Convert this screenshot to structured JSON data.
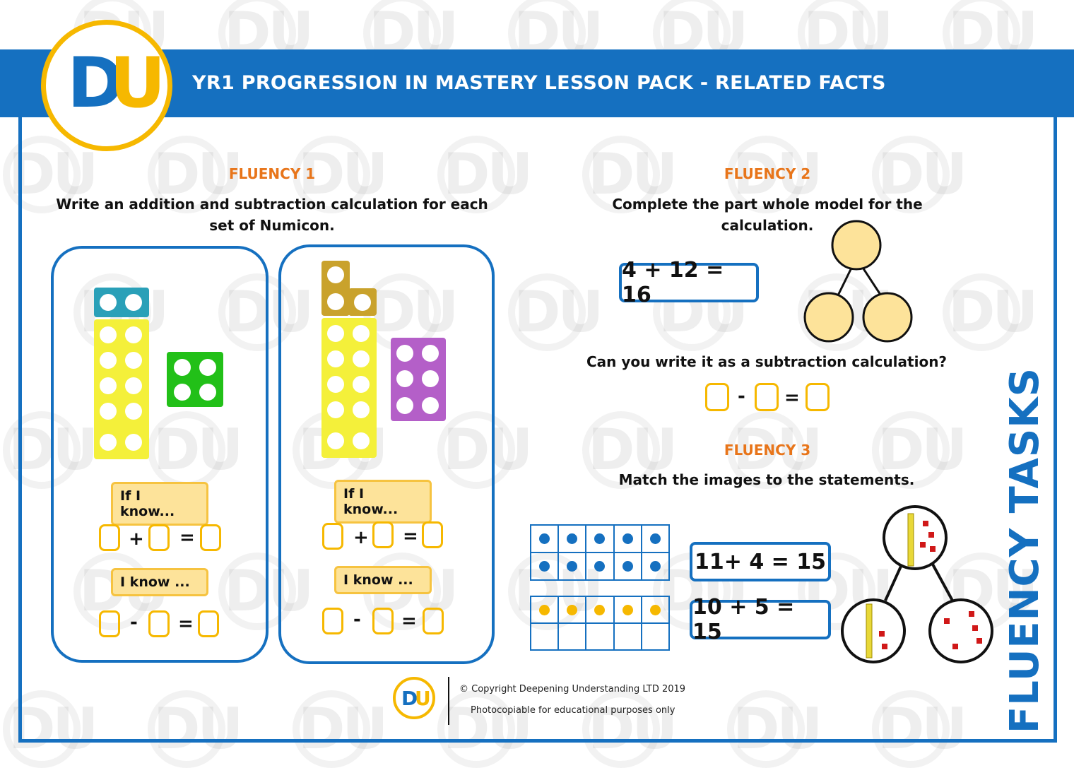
{
  "header": {
    "title": "YR1 PROGRESSION IN MASTERY LESSON PACK - RELATED FACTS"
  },
  "logo": {
    "left": "D",
    "right": "U"
  },
  "watermark": {
    "text": "DU",
    "caption": "© Deepening Understanding"
  },
  "colors": {
    "brand_blue": "#1570c0",
    "brand_yellow": "#f6b800",
    "heading_orange": "#e8751a"
  },
  "fluency1": {
    "heading": "FLUENCY 1",
    "instruction": "Write an addition and subtraction calculation for each set of Numicon.",
    "panels": [
      {
        "if_know": "If I know...",
        "know": "I know ...",
        "plus": "+",
        "minus": "-",
        "equals": "="
      },
      {
        "if_know": "If I know...",
        "know": "I know ...",
        "plus": "+",
        "minus": "-",
        "equals": "="
      }
    ]
  },
  "fluency2": {
    "heading": "FLUENCY 2",
    "instruction": "Complete the part whole model for the calculation.",
    "calculation": "4 + 12 = 16",
    "question": "Can you write it as a subtraction calculation?",
    "minus": "-",
    "equals": "="
  },
  "fluency3": {
    "heading": "FLUENCY 3",
    "instruction": "Match the images to the statements.",
    "statements": [
      "11+ 4 = 15",
      "10 + 5 = 15"
    ],
    "ten_frame_top_filled": 10,
    "ten_frame_bottom_filled": 5
  },
  "footer": {
    "copyright": "© Copyright Deepening Understanding LTD 2019",
    "note": "Photocopiable for educational purposes only"
  },
  "side_label": "FLUENCY TASKS"
}
